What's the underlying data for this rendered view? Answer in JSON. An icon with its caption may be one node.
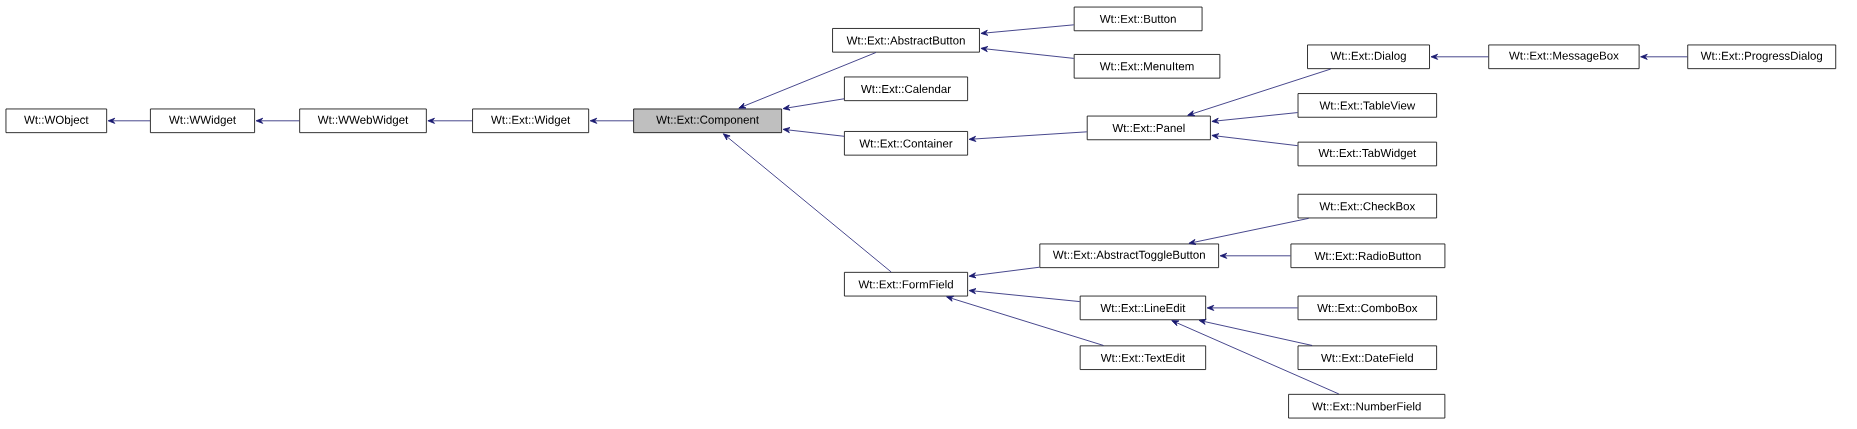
{
  "diagram": {
    "nodes": [
      {
        "text": [
          "Wt::WObject"
        ]
      },
      {
        "text": [
          "Wt::WWidget"
        ]
      },
      {
        "text": [
          "Wt::WWebWidget"
        ]
      },
      {
        "text": [
          "Wt::Ext::Widget"
        ]
      },
      {
        "text": [
          "Wt::Ext::Component"
        ]
      },
      {
        "text": [
          "Wt::Ext::AbstractButton"
        ]
      },
      {
        "text": [
          "Wt::Ext::Button"
        ]
      },
      {
        "text": [
          "Wt::Ext::MenuItem"
        ]
      },
      {
        "text": [
          "Wt::Ext::Calendar"
        ]
      },
      {
        "text": [
          "Wt::Ext::Container"
        ]
      },
      {
        "text": [
          "Wt::Ext::Panel"
        ]
      },
      {
        "text": [
          "Wt::Ext::Dialog"
        ]
      },
      {
        "text": [
          "Wt::Ext::MessageBox"
        ]
      },
      {
        "text": [
          "Wt::Ext::ProgressDialog"
        ]
      },
      {
        "text": [
          "Wt::Ext::TableView"
        ]
      },
      {
        "text": [
          "Wt::Ext::TabWidget"
        ]
      },
      {
        "text": [
          "Wt::Ext::FormField"
        ]
      },
      {
        "text": [
          "Wt::Ext::AbstractToggleButton"
        ]
      },
      {
        "text": [
          "Wt::Ext::CheckBox"
        ]
      },
      {
        "text": [
          "Wt::Ext::RadioButton"
        ]
      },
      {
        "text": [
          "Wt::Ext::LineEdit"
        ]
      },
      {
        "text": [
          "Wt::Ext::ComboBox"
        ]
      },
      {
        "text": [
          "Wt::Ext::TextEdit"
        ]
      },
      {
        "text": [
          "Wt::Ext::DateField"
        ]
      },
      {
        "text": [
          "Wt::Ext::NumberField"
        ]
      }
    ],
    "edges": [
      {
        "from": 1,
        "to": 0,
        "arrow": "to"
      },
      {
        "from": 2,
        "to": 1,
        "arrow": "to"
      },
      {
        "from": 3,
        "to": 2,
        "arrow": "to"
      },
      {
        "from": 4,
        "to": 3,
        "arrow": "to"
      },
      {
        "from": 5,
        "to": 4,
        "arrow": "to"
      },
      {
        "from": 8,
        "to": 4,
        "arrow": "to"
      },
      {
        "from": 9,
        "to": 4,
        "arrow": "to"
      },
      {
        "from": 16,
        "to": 4,
        "arrow": "to"
      },
      {
        "from": 6,
        "to": 5,
        "arrow": "to"
      },
      {
        "from": 7,
        "to": 5,
        "arrow": "to"
      },
      {
        "from": 10,
        "to": 9,
        "arrow": "to"
      },
      {
        "from": 11,
        "to": 10,
        "arrow": "to"
      },
      {
        "from": 14,
        "to": 10,
        "arrow": "to"
      },
      {
        "from": 15,
        "to": 10,
        "arrow": "to"
      },
      {
        "from": 12,
        "to": 11,
        "arrow": "to"
      },
      {
        "from": 13,
        "to": 12,
        "arrow": "to"
      },
      {
        "from": 17,
        "to": 16,
        "arrow": "to"
      },
      {
        "from": 20,
        "to": 16,
        "arrow": "to"
      },
      {
        "from": 22,
        "to": 16,
        "arrow": "to"
      },
      {
        "from": 18,
        "to": 17,
        "arrow": "to"
      },
      {
        "from": 19,
        "to": 17,
        "arrow": "to"
      },
      {
        "from": 21,
        "to": 20,
        "arrow": "to"
      },
      {
        "from": 23,
        "to": 20,
        "arrow": "to"
      },
      {
        "from": 24,
        "to": 20,
        "arrow": "to"
      }
    ]
  }
}
